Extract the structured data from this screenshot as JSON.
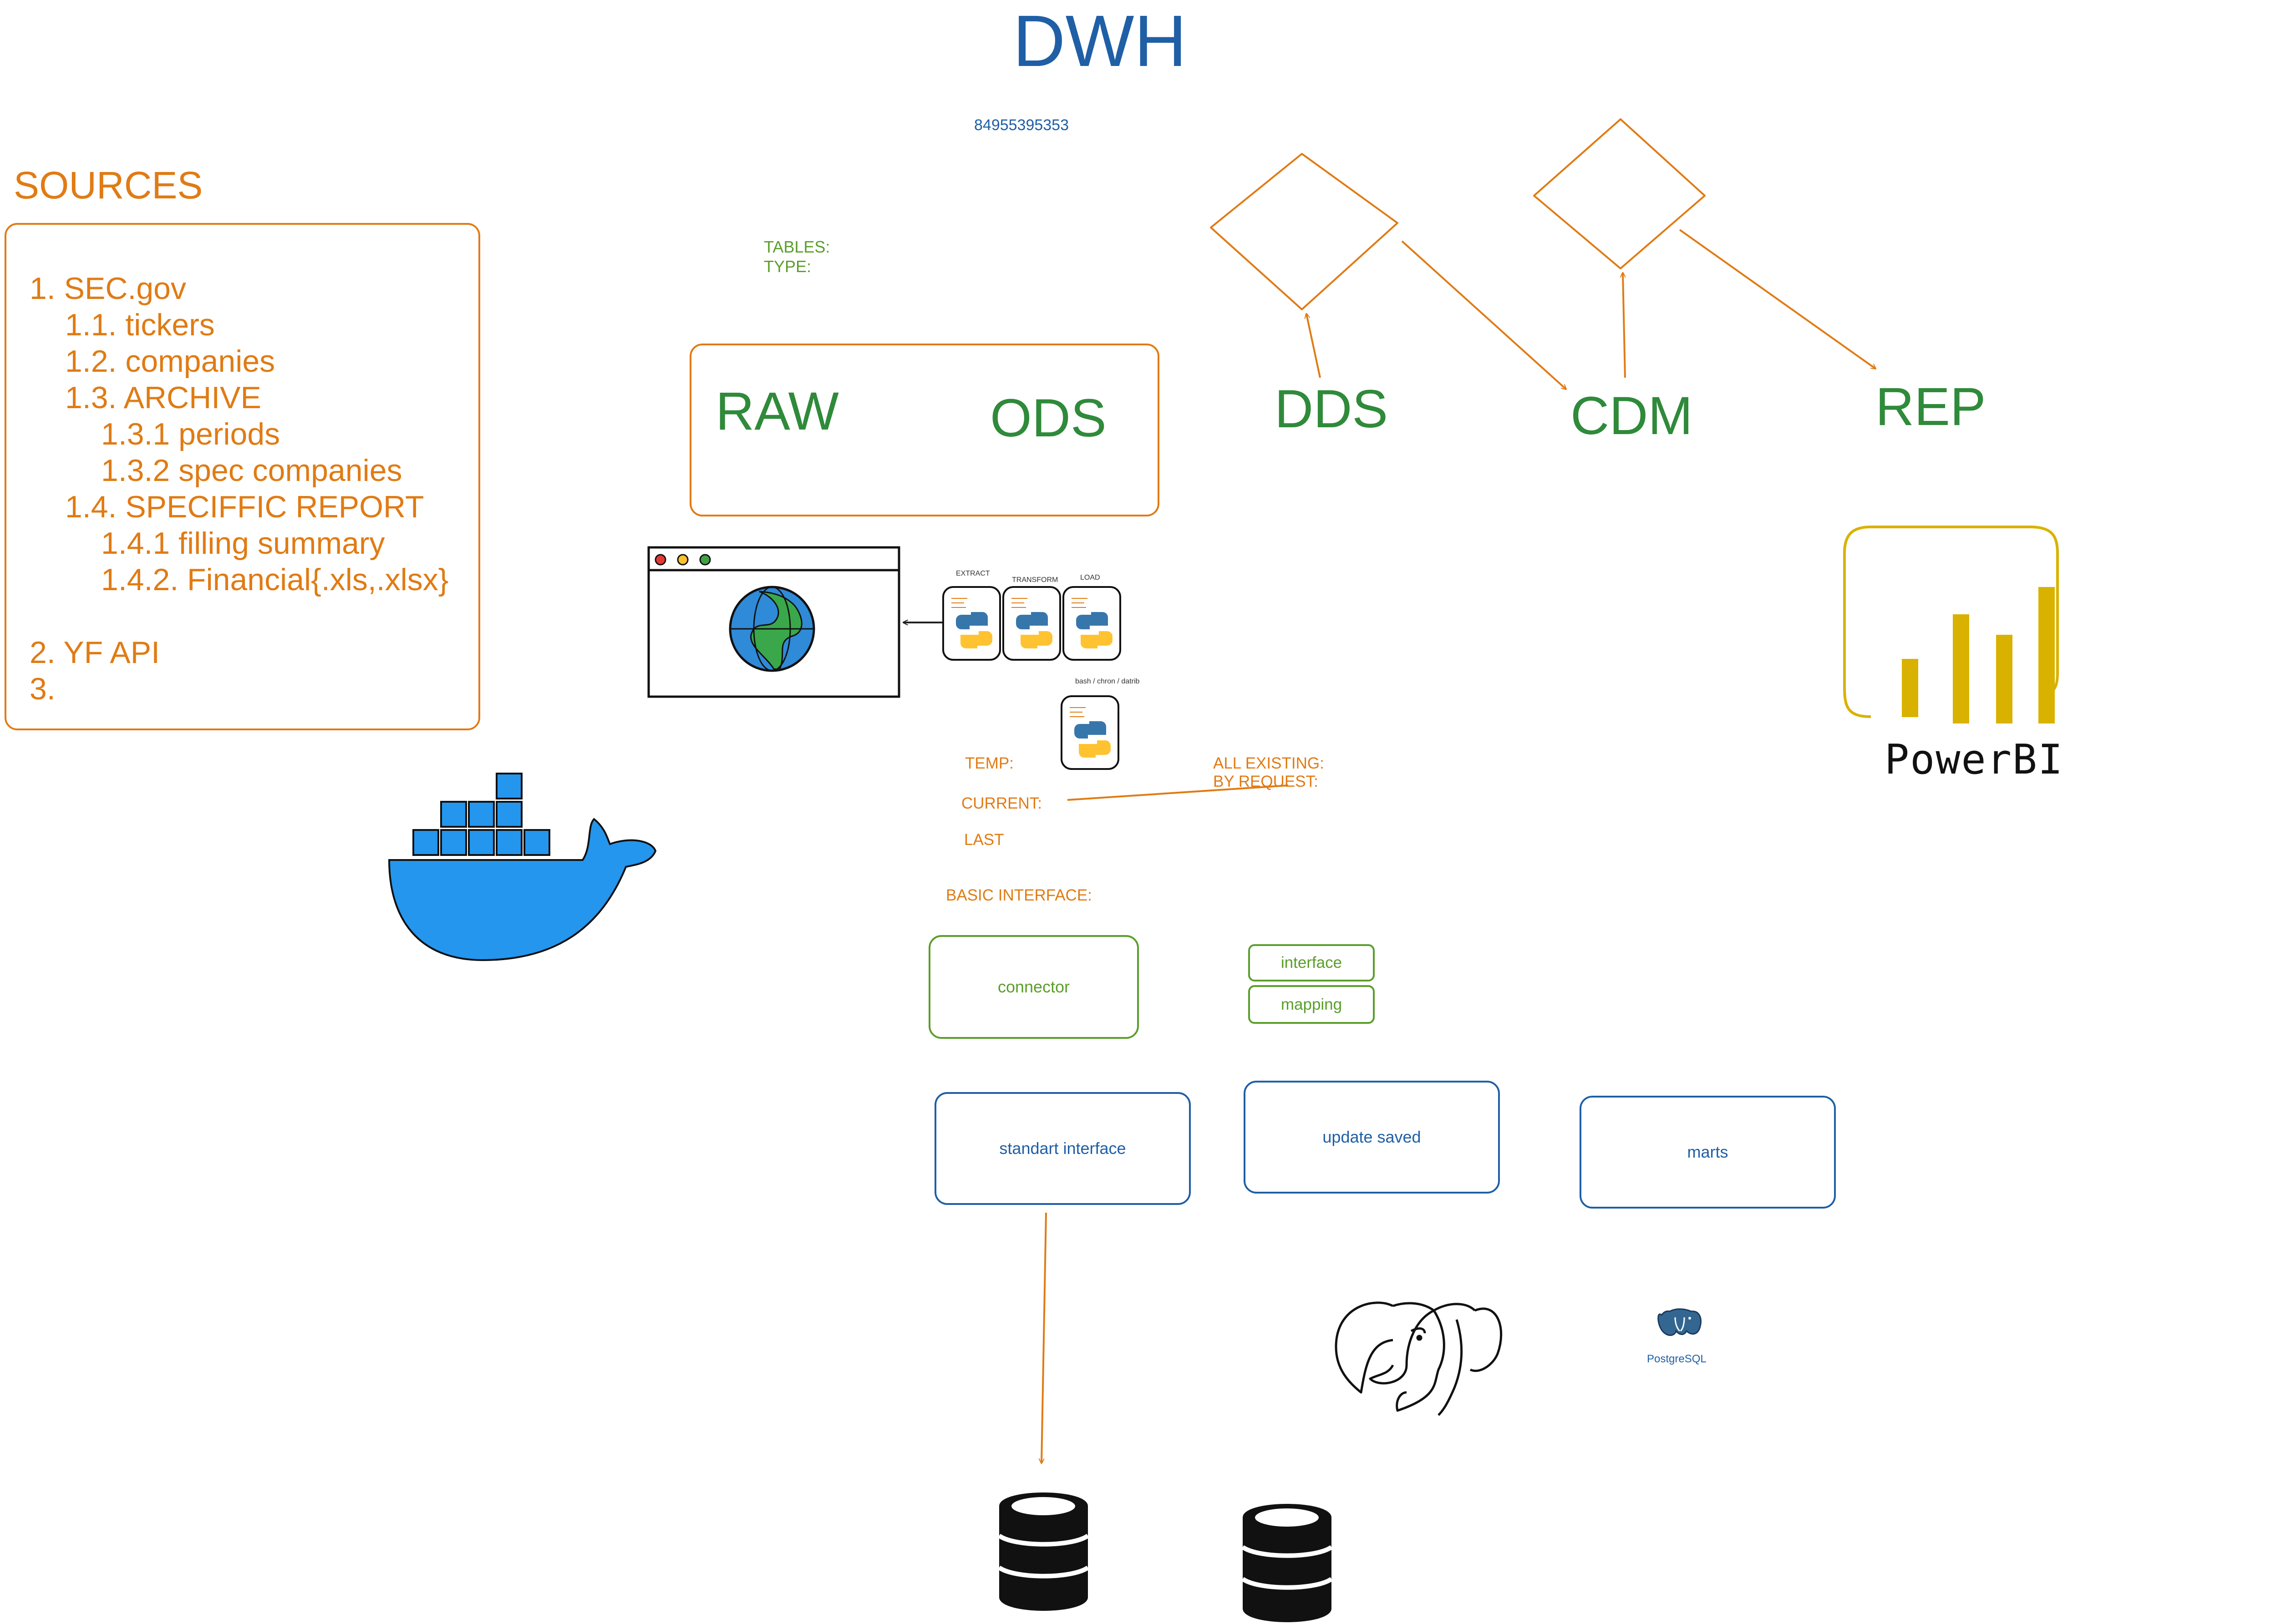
{
  "title": "DWH",
  "phone": "84955395353",
  "tables_type": [
    "TABLES:",
    "TYPE:"
  ],
  "sources": {
    "heading": "SOURCES",
    "lines": [
      "1. SEC.gov",
      "1.1. tickers",
      "1.2. companies",
      "1.3. ARCHIVE",
      "1.3.1 periods",
      "1.3.2 spec companies",
      "1.4. SPECIFFIC REPORT",
      "1.4.1 filling summary",
      "1.4.2. Financial{.xls,.xlsx}",
      "2. YF API",
      "3."
    ]
  },
  "layers": {
    "raw": "RAW",
    "ods": "ODS",
    "dds": "DDS",
    "cdm": "CDM",
    "rep": "REP"
  },
  "etl": {
    "extract": "EXTRACT",
    "transform": "TRANSFORM",
    "load": "LOAD",
    "scheduler": "bash / chron / datrib"
  },
  "modes": {
    "temp": "TEMP:",
    "current": "CURRENT:",
    "last": "LAST",
    "all_existing": "ALL EXISTING:",
    "by_request": "BY REQUEST:",
    "basic_interface": "BASIC INTERFACE:"
  },
  "boxes": {
    "connector": "connector",
    "interface": "interface",
    "mapping": "mapping",
    "standart_interface": "standart interface",
    "update_saved": "update saved",
    "marts": "marts"
  },
  "logos": {
    "powerbi": "PowerBI",
    "postgresql": "PostgreSQL",
    "docker": "docker-whale-icon",
    "python": "python-icon",
    "database": "database-icon",
    "elephant": "postgres-elephant-icon",
    "browser": "browser-globe-icon"
  },
  "colors": {
    "orange": "#e07b14",
    "green": "#2f8a3a",
    "blue": "#1f5fa6",
    "docker_blue": "#2496ed",
    "powerbi_yellow": "#d9b200"
  }
}
